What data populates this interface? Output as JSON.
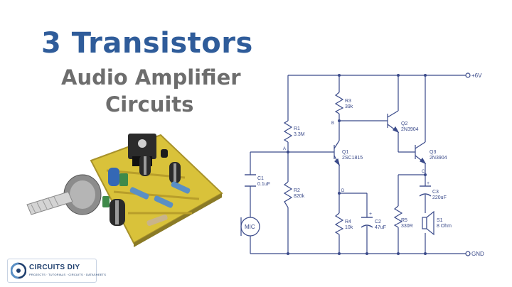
{
  "title": {
    "line1": "3 Transistors",
    "line2": "Audio Amplifier",
    "line3": "Circuits"
  },
  "logo": {
    "name": "CIRCUITS DIY",
    "tagline": "PROJECTS · TUTORIALS · CIRCUITS · DATASHEETS"
  },
  "rails": {
    "vcc": "+6V",
    "gnd": "GND"
  },
  "nodes": {
    "a": "A",
    "b": "B",
    "c": "C",
    "d": "D"
  },
  "components": {
    "r1": {
      "ref": "R1",
      "value": "3.3M"
    },
    "r2": {
      "ref": "R2",
      "value": "820k"
    },
    "r3": {
      "ref": "R3",
      "value": "39k"
    },
    "r4": {
      "ref": "R4",
      "value": "10k"
    },
    "r5": {
      "ref": "R5",
      "value": "330R"
    },
    "c1": {
      "ref": "C1",
      "value": "0.1uF"
    },
    "c2": {
      "ref": "C2",
      "value": "47uF"
    },
    "c3": {
      "ref": "C3",
      "value": "220uF"
    },
    "q1": {
      "ref": "Q1",
      "value": "2SC1815"
    },
    "q2": {
      "ref": "Q2",
      "value": "2N3904"
    },
    "q3": {
      "ref": "Q3",
      "value": "2N3904"
    },
    "s1": {
      "ref": "S1",
      "value": "8 Ohm"
    },
    "mic": {
      "label": "MIC"
    }
  },
  "colors": {
    "title_blue": "#2f5c9a",
    "title_gray": "#6d6d6d",
    "wire": "#3a4a8a",
    "pcb": "#d9c23a"
  }
}
